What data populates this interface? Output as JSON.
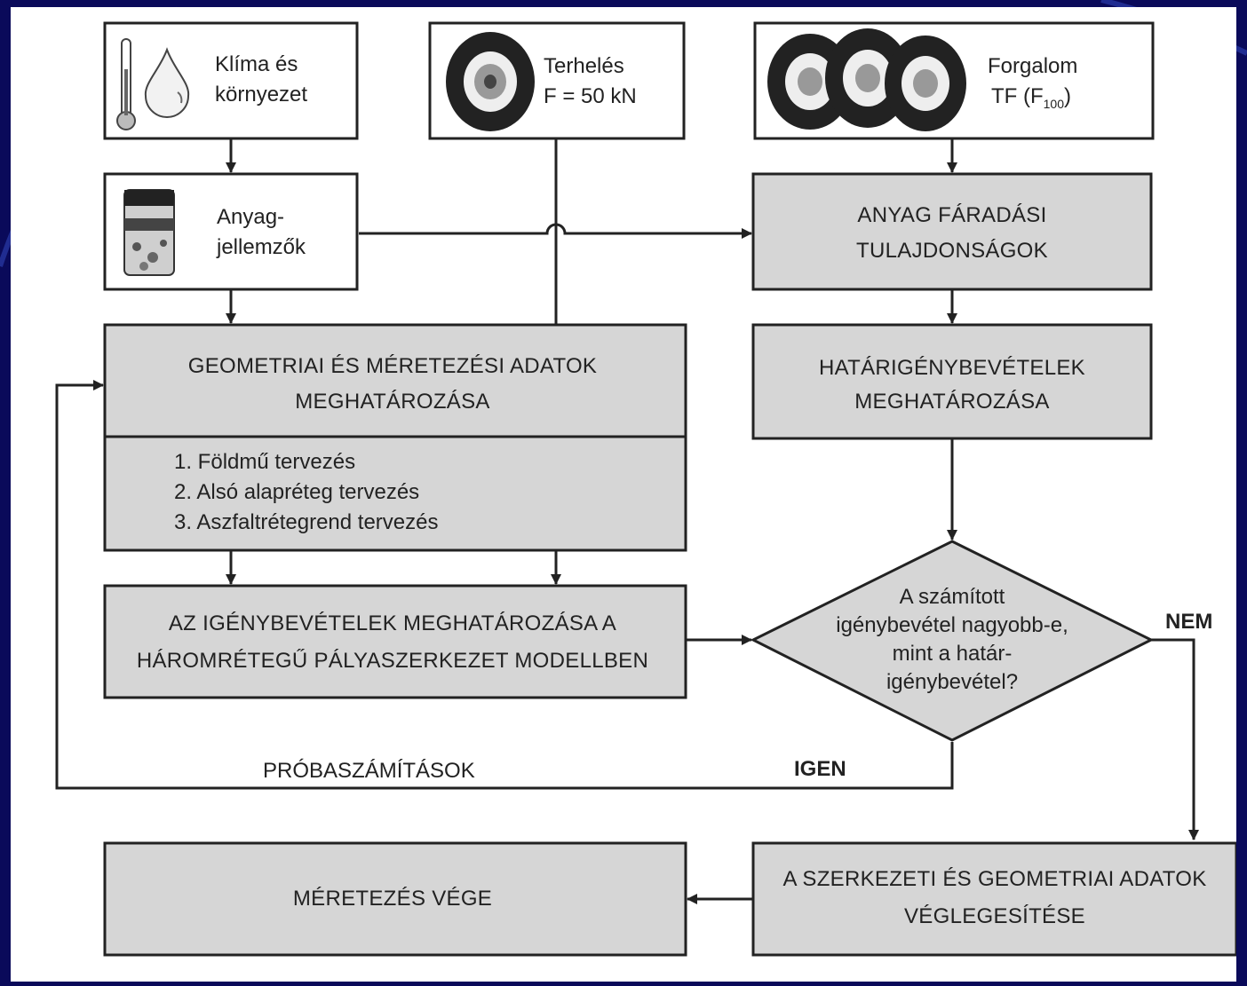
{
  "boxes": {
    "klima": {
      "line1": "Klíma és",
      "line2": "környezet"
    },
    "terheles": {
      "line1": "Terhelés",
      "line2": "F = 50 kN"
    },
    "forgalom": {
      "line1": "Forgalom",
      "line2_prefix": "TF (F",
      "line2_sub": "100",
      "line2_suffix": ")"
    },
    "anyagjellemzok": {
      "line1": "Anyag-",
      "line2": "jellemzők"
    },
    "faradasi": {
      "line1": "ANYAG FÁRADÁSI",
      "line2": "TULAJDONSÁGOK"
    },
    "geometriai": {
      "line1": "GEOMETRIAI ÉS MÉRETEZÉSI ADATOK",
      "line2": "MEGHATÁROZÁSA"
    },
    "steps": [
      "1.  Földmű tervezés",
      "2.  Alsó alapréteg tervezés",
      "3.  Aszfaltrétegrend tervezés"
    ],
    "hatar": {
      "line1": "HATÁRIGÉNYBEVÉTELEK",
      "line2": "MEGHATÁROZÁSA"
    },
    "igenybevetelek": {
      "line1": "AZ IGÉNYBEVÉTELEK MEGHATÁROZÁSA A",
      "line2": "HÁROMRÉTEGŰ PÁLYASZERKEZET MODELLBEN"
    },
    "decision": {
      "line1": "A számított",
      "line2": "igénybevétel nagyobb-e,",
      "line3": "mint a határ-",
      "line4": "igénybevétel?"
    },
    "vege": {
      "label": "MÉRETEZÉS VÉGE"
    },
    "vegleges": {
      "line1": "A SZERKEZETI ÉS GEOMETRIAI ADATOK",
      "line2": "VÉGLEGESÍTÉSE"
    }
  },
  "edge_labels": {
    "nem": "NEM",
    "igen": "IGEN",
    "proba": "PRÓBASZÁMÍTÁSOK"
  },
  "colors": {
    "background": "#0a0a5a",
    "diagram_bg": "#ffffff",
    "process_fill": "#d6d6d6",
    "stroke": "#222222"
  },
  "icons": [
    "thermometer-icon",
    "water-drop-icon",
    "tire-icon",
    "tires-icon",
    "material-sample-icon"
  ]
}
